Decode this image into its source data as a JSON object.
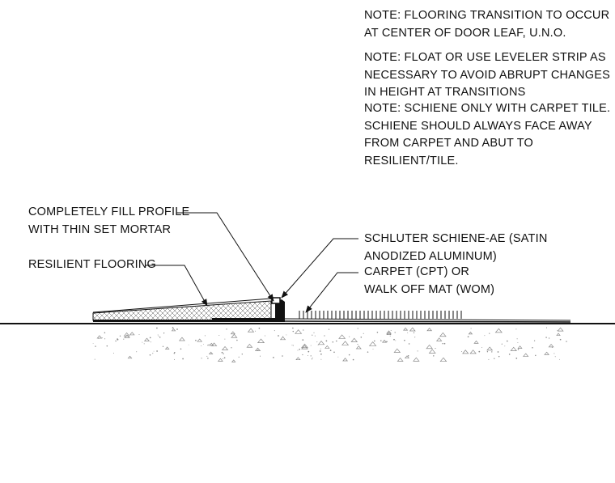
{
  "notes": [
    "NOTE: FLOORING TRANSITION TO OCCUR AT CENTER OF DOOR LEAF, U.N.O.",
    "NOTE: FLOAT OR USE LEVELER STRIP AS NECESSARY TO AVOID ABRUPT CHANGES IN HEIGHT AT TRANSITIONS",
    "NOTE: SCHIENE ONLY WITH CARPET TILE. SCHIENE SHOULD ALWAYS FACE AWAY FROM CARPET AND ABUT TO RESILIENT/TILE."
  ],
  "labels": {
    "fill_profile": [
      "COMPLETELY FILL PROFILE",
      "WITH THIN SET MORTAR"
    ],
    "resilient": [
      "RESILIENT FLOORING"
    ],
    "schiene": [
      "SCHLUTER SCHIENE-AE (SATIN",
      "ANODIZED ALUMINUM)"
    ],
    "carpet": [
      "CARPET (CPT) OR",
      "WALK OFF MAT (WOM)"
    ]
  },
  "colors": {
    "line": "#111111",
    "concrete_dot": "#8a8a8a"
  }
}
